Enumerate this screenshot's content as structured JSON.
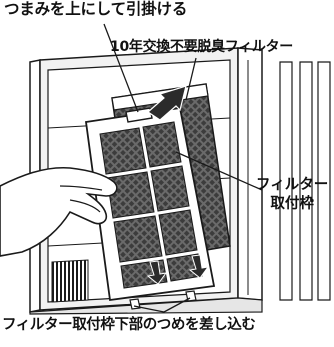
{
  "labels": {
    "pull_knob": "つまみを上にして引掛ける",
    "deodorizing_filter": "10年交換不要脱臭フィルター",
    "frame_line1": "フィルター",
    "frame_line2": "取付枠",
    "insert_claws": "フィルター取付枠下部のつめを差し込む"
  },
  "colors": {
    "line": "#1a1a1a",
    "mesh_fill": "#555555",
    "arrow_fill": "#2b2b2b",
    "unit_body": "#f2f2f2",
    "filter_frame": "#ffffff"
  },
  "icons": [
    "up-arrow-icon",
    "down-arrow-icon"
  ]
}
